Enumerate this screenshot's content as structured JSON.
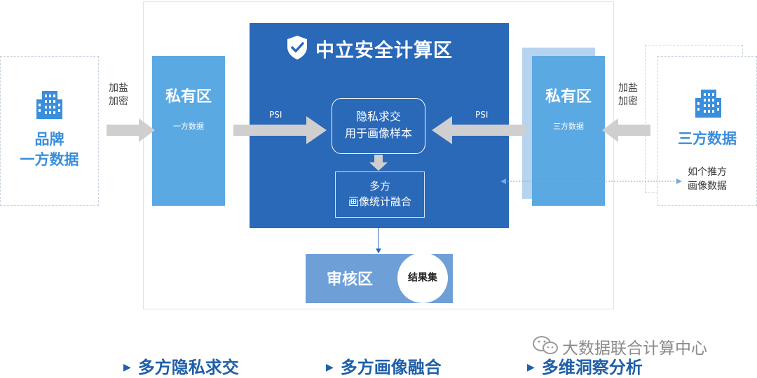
{
  "brand": {
    "line1": "品牌",
    "line2": "一方数据"
  },
  "left_encrypt": {
    "line1": "加盐",
    "line2": "加密"
  },
  "left_private": {
    "title": "私有区",
    "subtitle": "一方数据"
  },
  "zone": {
    "title": "中立安全计算区"
  },
  "psi_left_label": "PSI",
  "psi_right_label": "PSI",
  "psi_box": {
    "line1": "隐私求交",
    "line2": "用于画像样本"
  },
  "stat_box": {
    "line1": "多方",
    "line2": "画像统计融合"
  },
  "right_private": {
    "title": "私有区",
    "subtitle": "三方数据"
  },
  "right_encrypt": {
    "line1": "加盐",
    "line2": "加密"
  },
  "third": {
    "title": "三方数据",
    "line1": "如个推方",
    "line2": "画像数据"
  },
  "review": {
    "title": "审核区",
    "result": "结果集"
  },
  "bottom": {
    "item1": "多方隐私求交",
    "item2": "多方画像融合",
    "item3": "多维洞察分析"
  },
  "watermark": "大数据联合计算中心",
  "colors": {
    "zone": "#2a68b8",
    "private": "#5aa9e3",
    "review": "#6e9fd7",
    "arrow": "#cfcfcf",
    "accent": "#3a8ede"
  }
}
